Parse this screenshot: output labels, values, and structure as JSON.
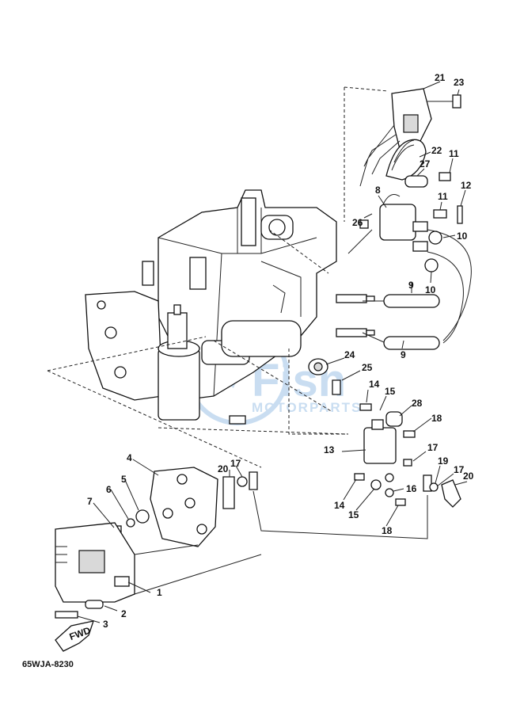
{
  "diagram_code": "65WJA-8230",
  "fwd_label": "FWD",
  "watermark": {
    "brand": "Fish",
    "sub": "MOTORPARTS",
    "color": "#9ec3e6"
  },
  "colors": {
    "line": "#222222",
    "part_fill": "#ffffff",
    "shade": "#d9d9d9"
  },
  "callouts": [
    {
      "id": "c21",
      "label": "21"
    },
    {
      "id": "c23",
      "label": "23"
    },
    {
      "id": "c22",
      "label": "22"
    },
    {
      "id": "c11a",
      "label": "11"
    },
    {
      "id": "c27",
      "label": "27"
    },
    {
      "id": "c8",
      "label": "8"
    },
    {
      "id": "c12",
      "label": "12"
    },
    {
      "id": "c11b",
      "label": "11"
    },
    {
      "id": "c26",
      "label": "26"
    },
    {
      "id": "c10a",
      "label": "10"
    },
    {
      "id": "c10b",
      "label": "10"
    },
    {
      "id": "c9a",
      "label": "9"
    },
    {
      "id": "c9b",
      "label": "9"
    },
    {
      "id": "c24",
      "label": "24"
    },
    {
      "id": "c25",
      "label": "25"
    },
    {
      "id": "c14a",
      "label": "14"
    },
    {
      "id": "c15a",
      "label": "15"
    },
    {
      "id": "c28",
      "label": "28"
    },
    {
      "id": "c18a",
      "label": "18"
    },
    {
      "id": "c13",
      "label": "13"
    },
    {
      "id": "c17a",
      "label": "17"
    },
    {
      "id": "c19",
      "label": "19"
    },
    {
      "id": "c17b",
      "label": "17"
    },
    {
      "id": "c20a",
      "label": "20"
    },
    {
      "id": "c16",
      "label": "16"
    },
    {
      "id": "c14b",
      "label": "14"
    },
    {
      "id": "c15b",
      "label": "15"
    },
    {
      "id": "c18b",
      "label": "18"
    },
    {
      "id": "c4",
      "label": "4"
    },
    {
      "id": "c20b",
      "label": "20"
    },
    {
      "id": "c17c",
      "label": "17"
    },
    {
      "id": "c5",
      "label": "5"
    },
    {
      "id": "c6",
      "label": "6"
    },
    {
      "id": "c7",
      "label": "7"
    },
    {
      "id": "c1",
      "label": "1"
    },
    {
      "id": "c2",
      "label": "2"
    },
    {
      "id": "c3",
      "label": "3"
    }
  ]
}
